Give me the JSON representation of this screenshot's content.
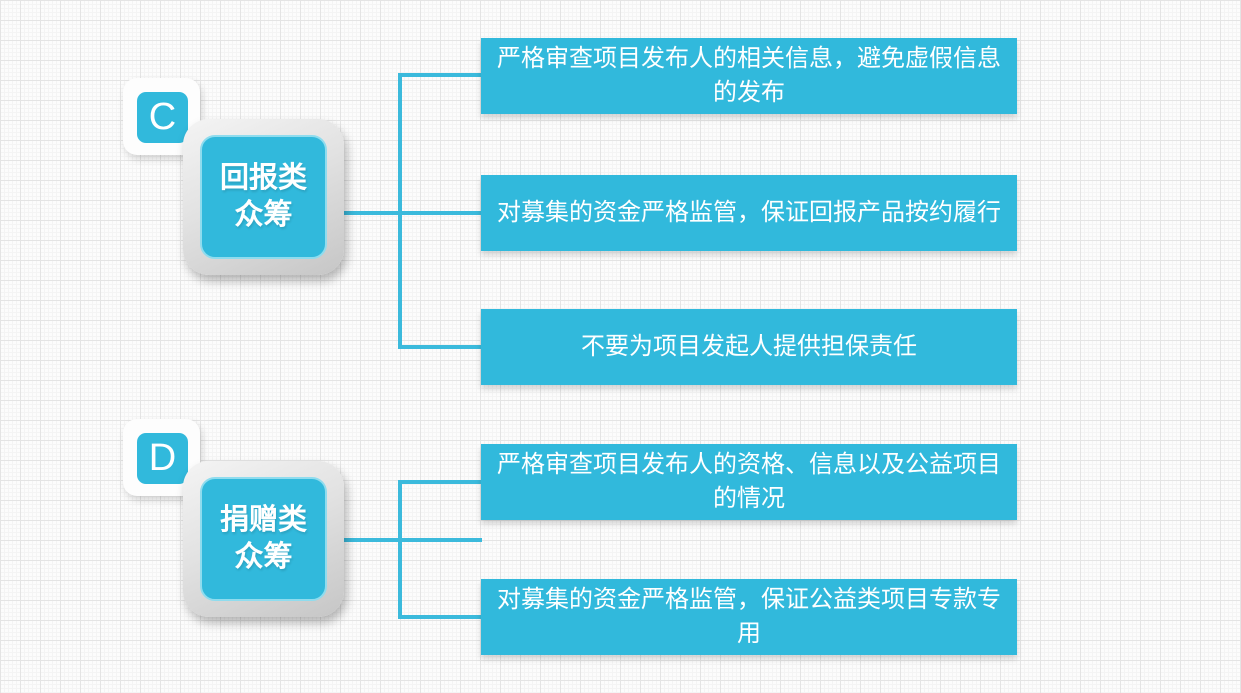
{
  "colors": {
    "accent_cyan": "#31b9dc",
    "connector": "#3bbadc",
    "inner_border": "#8fdcee",
    "tile_gray_light": "#f4f4f4",
    "tile_gray_dark": "#c6c6c6",
    "text": "#ffffff"
  },
  "sections": [
    {
      "badge": "C",
      "label_lines": [
        "回报类",
        "众筹"
      ],
      "items": [
        {
          "text": "严格审查项目发布人的相关信息，避免虚假信息的发布"
        },
        {
          "text": "对募集的资金严格监管，保证回报产品按约履行"
        },
        {
          "text": "不要为项目发起人提供担保责任"
        }
      ]
    },
    {
      "badge": "D",
      "label_lines": [
        "捐赠类",
        "众筹"
      ],
      "items": [
        {
          "text": "严格审查项目发布人的资格、信息以及公益项目的情况"
        },
        {
          "text": "对募集的资金严格监管，保证公益类项目专款专用"
        }
      ]
    }
  ]
}
